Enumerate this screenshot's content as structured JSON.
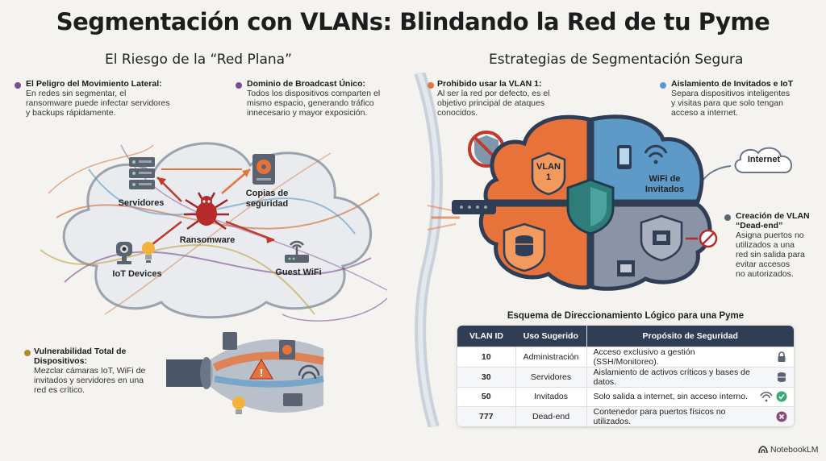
{
  "title": "Segmentación con VLANs: Blindando la Red de tu Pyme",
  "left": {
    "title": "El Riesgo de la “Red Plana”",
    "notes": {
      "lateral": {
        "heading": "El Peligro del Movimiento Lateral:",
        "body": [
          "En redes sin segmentar, el",
          "ransomware puede infectar servidores",
          "y backups rápidamente."
        ]
      },
      "broadcast": {
        "heading": "Dominio de Broadcast Único:",
        "body": [
          "Todos los dispositivos comparten el",
          "mismo espacio, generando tráfico",
          "innecesario y mayor exposición."
        ]
      },
      "vuln": {
        "heading": [
          "Vulnerabilidad Total de",
          "Dispositivos:"
        ],
        "body": [
          "Mezclar cámaras IoT, WiFi de",
          "invitados y servidores en una",
          "red es crítico."
        ]
      }
    },
    "cloud": {
      "servers": "Servidores",
      "backups": [
        "Copias de",
        "seguridad"
      ],
      "ransomware": "Ransomware",
      "iot": "IoT Devices",
      "wifi": "Guest WiFi"
    }
  },
  "right": {
    "title": "Estrategias de Segmentación Segura",
    "notes": {
      "vlan1": {
        "heading": "Prohibido usar la VLAN 1:",
        "body": [
          "Al ser la red por defecto, es el",
          "objetivo principal de ataques",
          "conocidos."
        ]
      },
      "guests": {
        "heading": "Aislamiento de Invitados e IoT",
        "body": [
          "Separa dispositivos inteligentes",
          "y visitas para que solo tengan",
          "acceso a internet."
        ]
      },
      "deadend": {
        "heading": [
          "Creación de VLAN",
          "“Dead-end”"
        ],
        "body": [
          "Asigna puertos no",
          "utilizados a una",
          "red sin salida para",
          "evitar accesos",
          "no autorizados."
        ]
      }
    },
    "quadrants": {
      "vlan1": [
        "VLAN",
        "1"
      ],
      "wifi": [
        "WiFi de",
        "Invitados"
      ]
    },
    "internet": "Internet"
  },
  "table": {
    "title": "Esquema de Direccionamiento Lógico para una Pyme",
    "headers": [
      "VLAN ID",
      "Uso Sugerido",
      "Propósito de Seguridad"
    ],
    "rows": [
      {
        "id": "10",
        "uso": "Administración",
        "prop": "Acceso exclusivo a gestión (SSH/Monitoreo).",
        "icon": "lock-icon"
      },
      {
        "id": "30",
        "uso": "Servidores",
        "prop": "Aislamiento de activos críticos y bases de datos.",
        "icon": "database-icon"
      },
      {
        "id": "50",
        "uso": "Invitados",
        "prop": "Solo salida a internet, sin acceso interno.",
        "icon": "wifi-check-icon"
      },
      {
        "id": "777",
        "uso": "Dead-end",
        "prop": "Contenedor para puertos físicos no utilizados.",
        "icon": "x-circle-icon"
      }
    ]
  },
  "brand": "NotebookLM",
  "colors": {
    "orange": "#e8733a",
    "blue": "#5d9ac7",
    "navy": "#2f3e55",
    "teal": "#2e7d7a",
    "purple": "#7a4f8c",
    "red": "#b62b2b"
  }
}
